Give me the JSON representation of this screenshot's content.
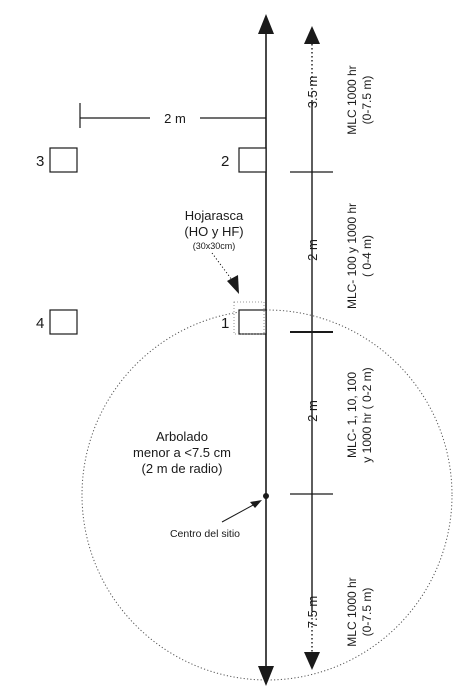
{
  "plots": {
    "p1": "1",
    "p2": "2",
    "p3": "3",
    "p4": "4"
  },
  "top_measure": "2 m",
  "litter": {
    "line1": "Hojarasca",
    "line2": "(HO y HF)",
    "line3": "(30x30cm)"
  },
  "trees": {
    "line1": "Arbolado",
    "line2": "menor a <7.5 cm",
    "line3": "(2 m de radio)"
  },
  "center_label": "Centro del sitio",
  "right_axis": {
    "seg1_dist": "3.5 m",
    "seg2_dist": "2 m",
    "seg3_dist": "2 m",
    "seg4_dist": "7.5 m"
  },
  "right_labels": {
    "seg1_a": "MLC 1000 hr",
    "seg1_b": "(0-7.5 m)",
    "seg2_a": "MLC- 100 y 1000 hr",
    "seg2_b": "( 0-4 m)",
    "seg3_a": "MLC- 1, 10, 100",
    "seg3_b": "y 1000 hr ( 0-2 m)",
    "seg4_a": "MLC 1000 hr",
    "seg4_b": "(0-7.5 m)"
  },
  "colors": {
    "ink": "#1a1a1a",
    "dotted": "#555555"
  }
}
